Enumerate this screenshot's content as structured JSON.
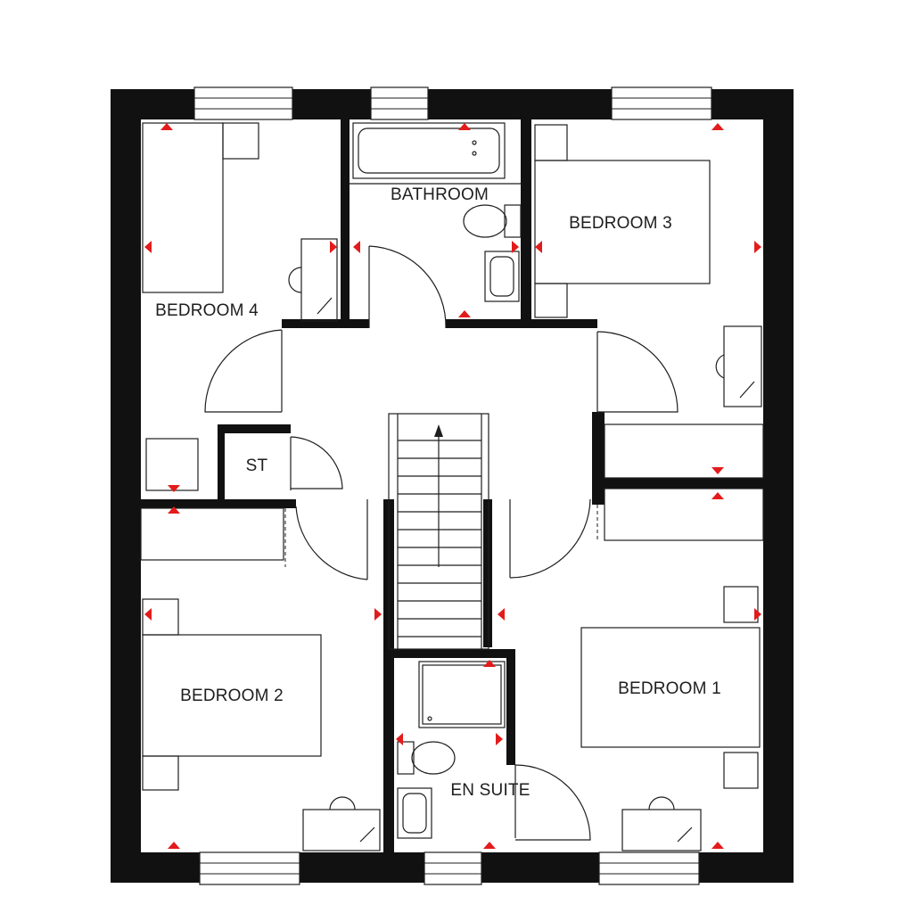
{
  "rooms": {
    "bedroom_1": "BEDROOM 1",
    "bedroom_2": "BEDROOM 2",
    "bedroom_3": "BEDROOM 3",
    "bedroom_4": "BEDROOM 4",
    "bathroom": "BATHROOM",
    "en_suite": "EN SUITE",
    "storage": "ST"
  },
  "colors": {
    "wall": "#111111",
    "marker": "#e31b1b",
    "line": "#1e1e1e"
  },
  "icons": {
    "marker": "red-triangle-dimension-marker-icon",
    "stairs_arrow": "up-arrow-icon"
  }
}
